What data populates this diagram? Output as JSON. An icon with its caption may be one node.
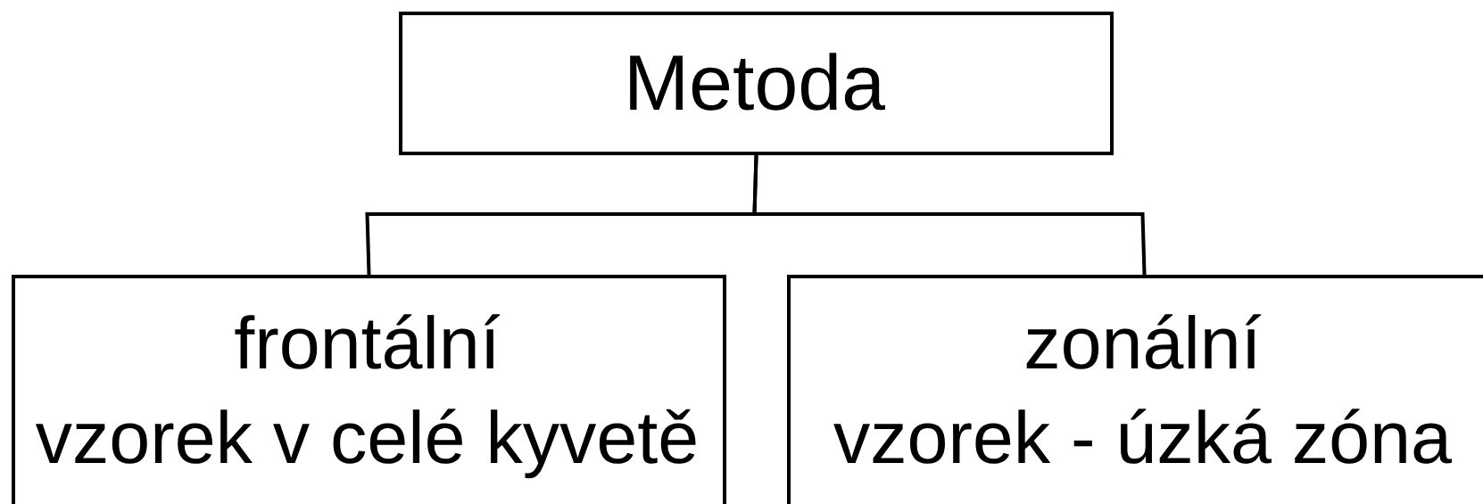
{
  "diagram": {
    "nodes": [
      {
        "text": [
          "Metoda"
        ]
      },
      {
        "text": [
          "frontální",
          "vzorek v celé kyvetě"
        ]
      },
      {
        "text": [
          "zonální",
          "vzorek - úzká zóna"
        ]
      }
    ],
    "edges": [
      {
        "from": 0,
        "to": 1,
        "arrow": "none"
      },
      {
        "from": 0,
        "to": 2,
        "arrow": "none"
      }
    ]
  }
}
